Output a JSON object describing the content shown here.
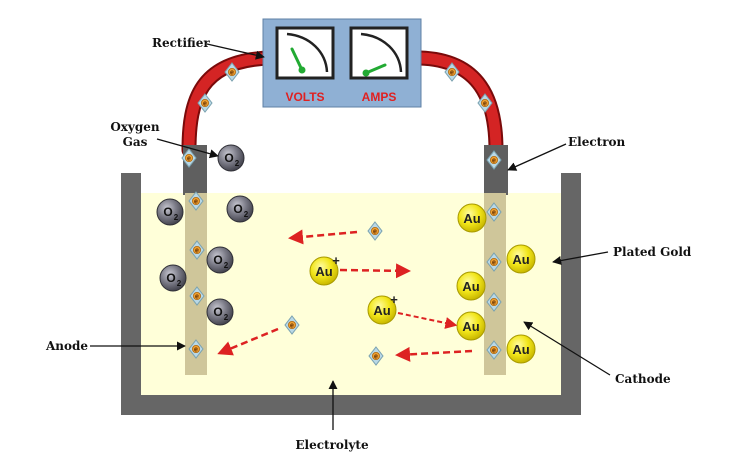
{
  "labels": {
    "rectifier": "Rectifier",
    "oxygen_line1": "Oxygen",
    "oxygen_line2": "Gas",
    "electron": "Electron",
    "plated_gold": "Plated Gold",
    "anode": "Anode",
    "cathode": "Cathode",
    "electrolyte": "Electrolyte"
  },
  "meters": {
    "volts": "VOLTS",
    "amps": "AMPS"
  },
  "symbols": {
    "oxygen": "O",
    "oxygen_sub": "2",
    "gold": "Au",
    "gold_ion_charge": "+",
    "electron": "e"
  },
  "colors": {
    "tank_wall": "#666666",
    "electrolyte": "#ffffd9",
    "electrode": "#cfc69a",
    "wire": "#cc2020",
    "rectifier_box": "#8fb0d4",
    "gold": "#f2e61a",
    "oxygen": "#6f6f7a",
    "arrow": "#dd2222"
  }
}
